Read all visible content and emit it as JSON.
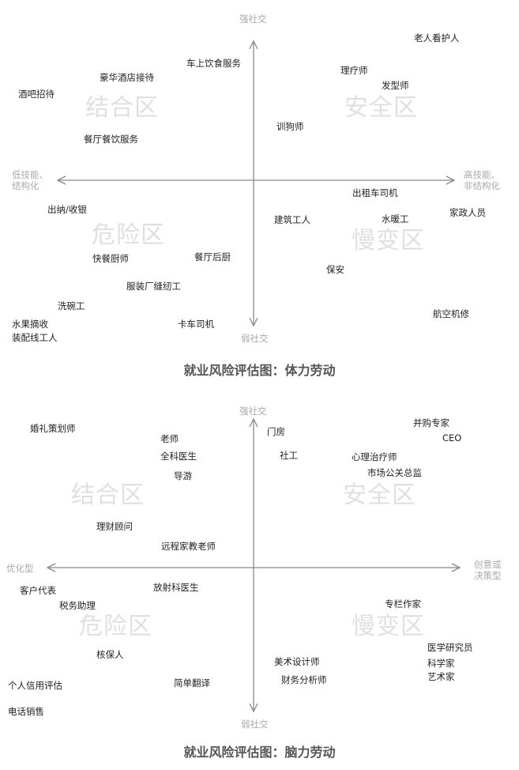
{
  "charts": [
    {
      "title": "就业风险评估图：体力劳动",
      "axis": {
        "top": "强社交",
        "bottom": "弱社交",
        "left": [
          "低技能、",
          "结构化"
        ],
        "right": [
          "高技能、",
          "非结构化"
        ]
      },
      "zones": [
        "结合区",
        "安全区",
        "危险区",
        "慢变区"
      ],
      "items": [
        "老人看护人",
        "车上饮食服务",
        "豪华酒店接待",
        "理疗师",
        "发型师",
        "酒吧招待",
        "训狗师",
        "餐厅餐饮服务",
        "出租车司机",
        "家政人员",
        "出纳/收银",
        "建筑工人",
        "水暖工",
        "快餐厨师",
        "餐厅后厨",
        "保安",
        "服装厂缝纫工",
        "洗碗工",
        "航空机修",
        "水果摘收",
        "卡车司机",
        "装配线工人"
      ]
    },
    {
      "title": "就业风险评估图：脑力劳动",
      "axis": {
        "top": "强社交",
        "bottom": "弱社交",
        "left": [
          "优化型"
        ],
        "right": [
          "创意或",
          "决策型"
        ]
      },
      "zones": [
        "结合区",
        "安全区",
        "危险区",
        "慢变区"
      ],
      "items": [
        "婚礼策划师",
        "老师",
        "门房",
        "并购专家",
        "CEO",
        "全科医生",
        "社工",
        "心理治疗师",
        "市场公关总监",
        "导游",
        "理财顾问",
        "远程家教老师",
        "放射科医生",
        "客户代表",
        "税务助理",
        "专栏作家",
        "医学研究员",
        "核保人",
        "美术设计师",
        "科学家",
        "艺术家",
        "财务分析师",
        "个人信用评估",
        "简单翻译",
        "电话销售"
      ]
    }
  ]
}
